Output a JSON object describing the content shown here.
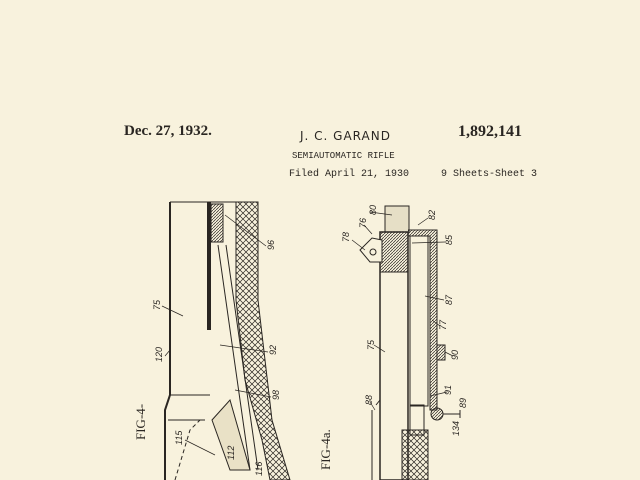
{
  "header": {
    "date": "Dec. 27, 1932.",
    "inventor": "J. C. GARAND",
    "patent_number": "1,892,141",
    "title": "SEMIAUTOMATIC RIFLE",
    "filed": "Filed April 21, 1930",
    "sheets": "9 Sheets-Sheet 3"
  },
  "figures": [
    {
      "label": "FIG-4-",
      "refs": [
        "96",
        "75",
        "120",
        "92",
        "98",
        "115",
        "112",
        "116"
      ]
    },
    {
      "label": "FIG-4a.",
      "refs": [
        "80",
        "76",
        "78",
        "82",
        "85",
        "87",
        "77",
        "75",
        "90",
        "88",
        "91",
        "89",
        "134"
      ]
    }
  ],
  "colors": {
    "paper": "#f8f2dd",
    "ink": "#2a2622"
  }
}
